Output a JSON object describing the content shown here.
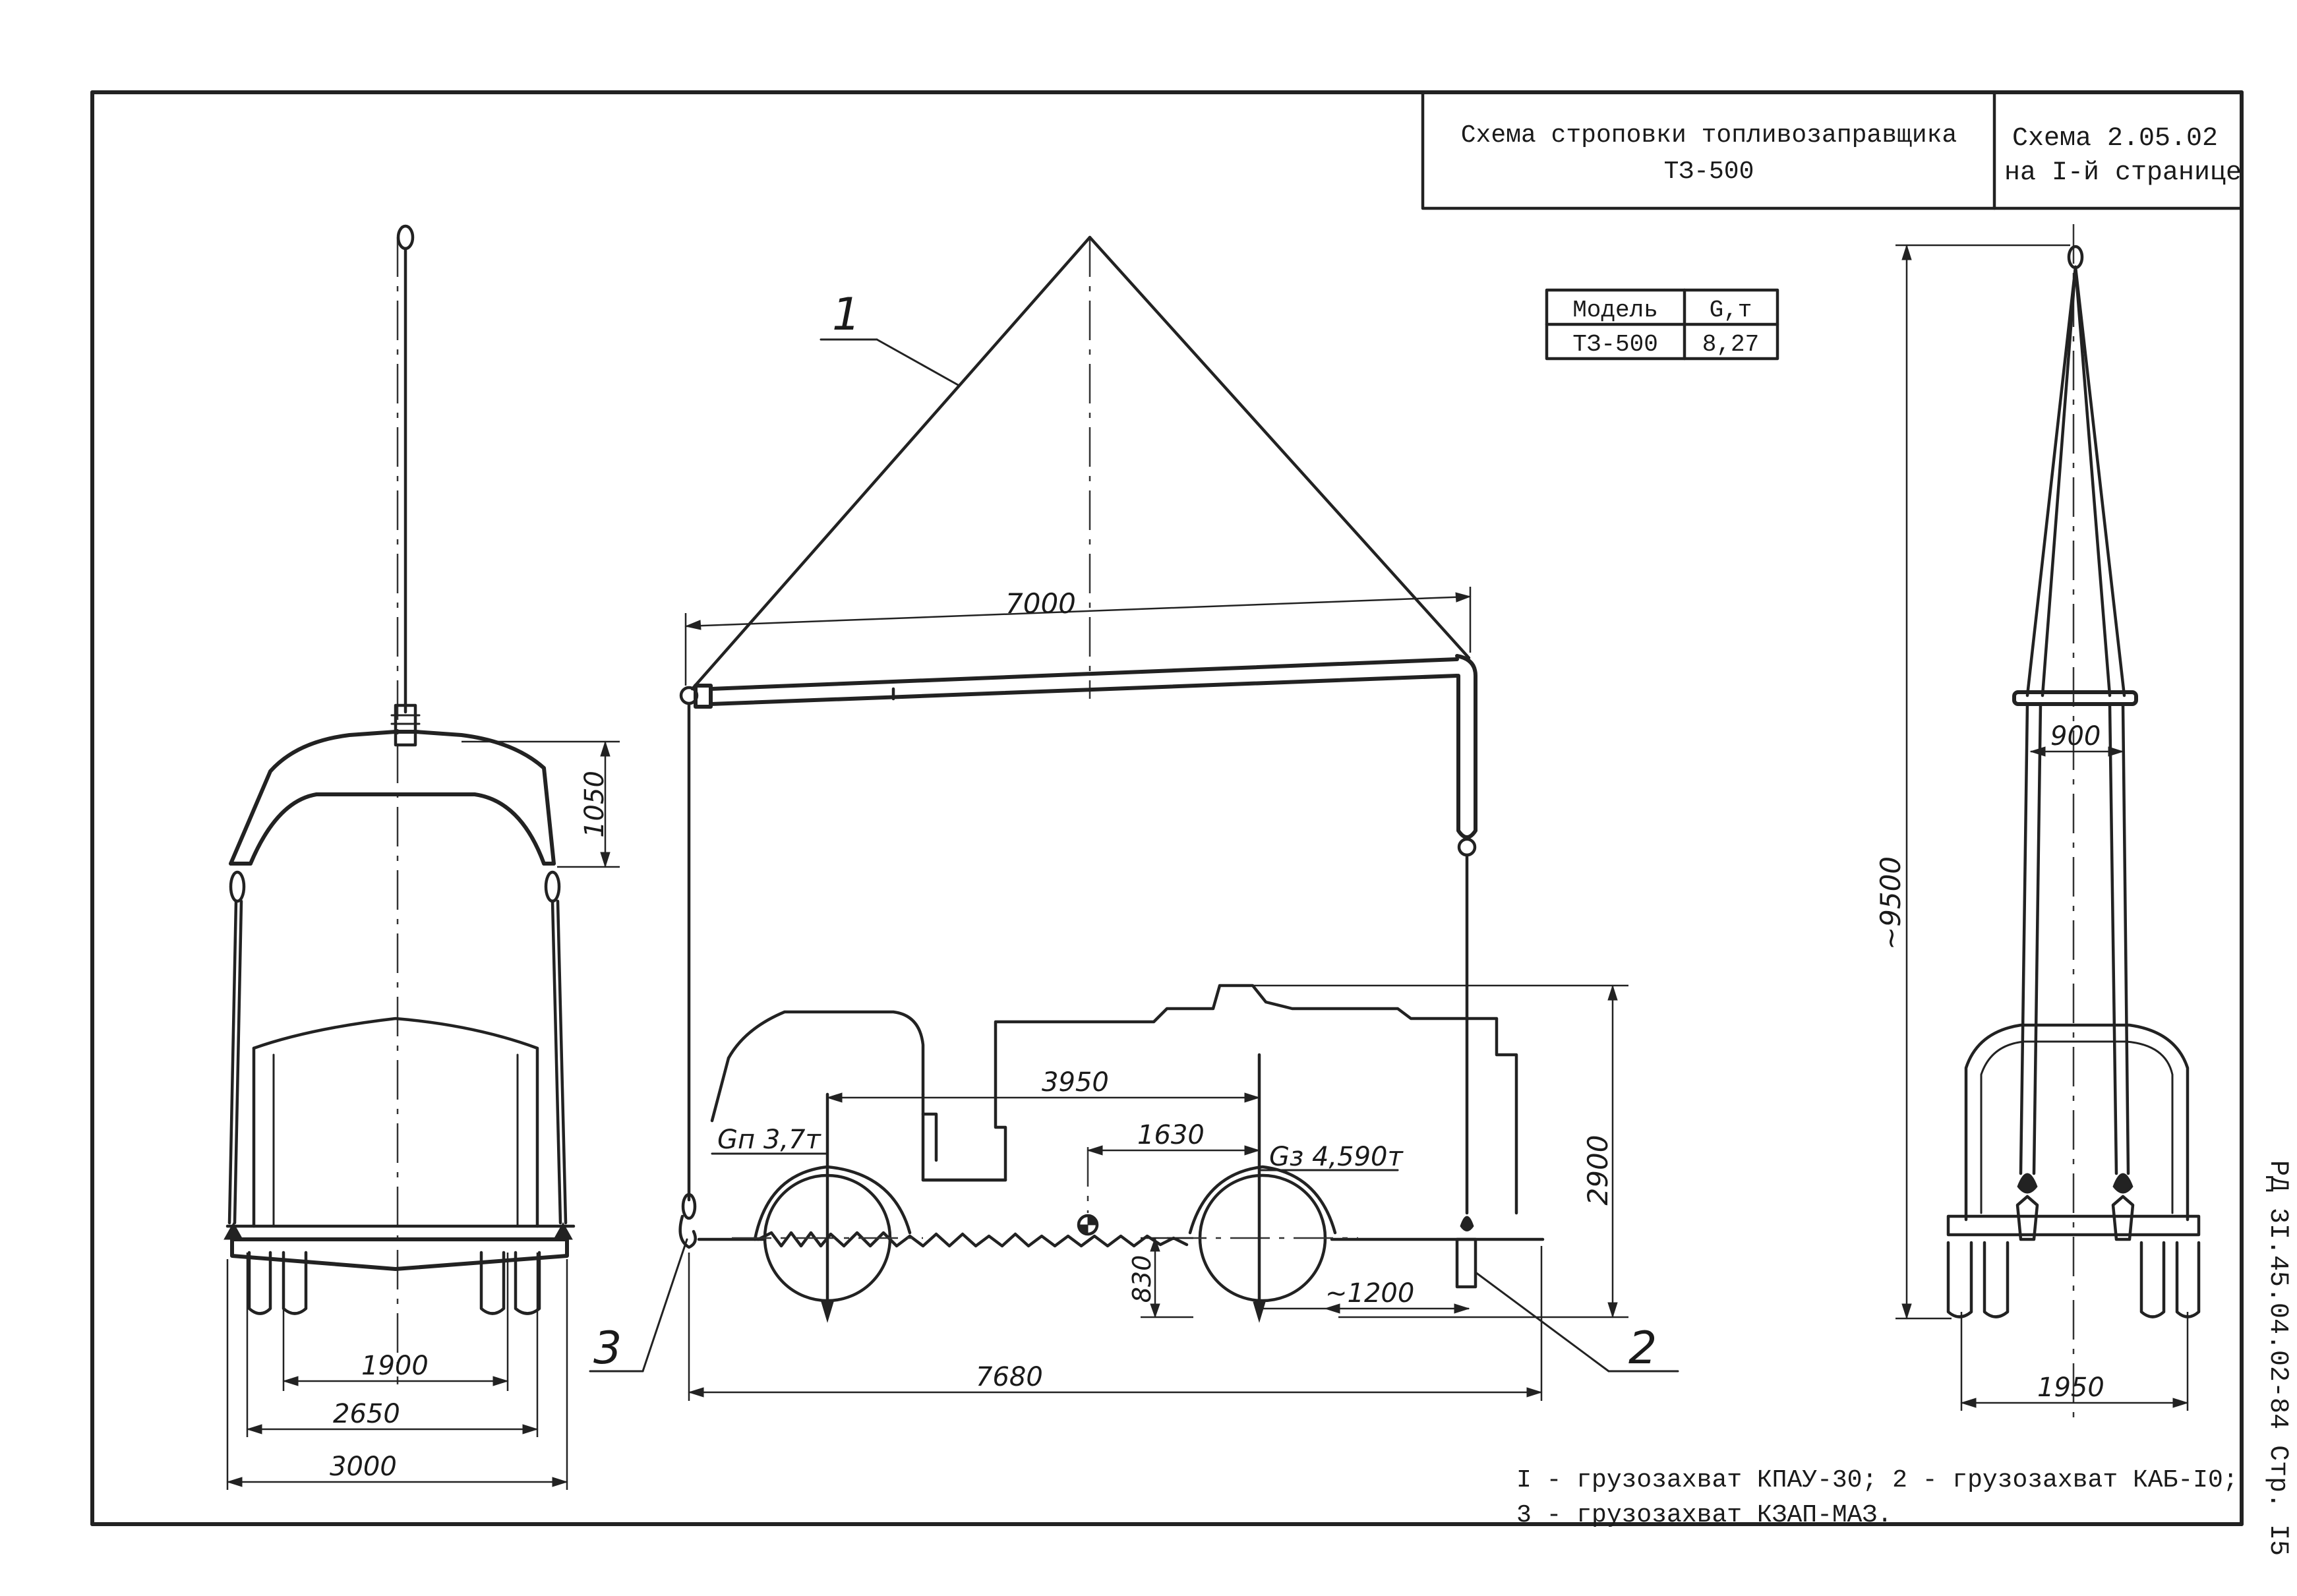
{
  "title_block": {
    "title_line1": "Схема строповки топливозаправщика",
    "title_line2": "ТЗ-500",
    "ref_line1": "Схема  2.05.02",
    "ref_line2": "на I-й странице"
  },
  "model_table": {
    "headers": [
      "Модель",
      "G,т"
    ],
    "rows": [
      [
        "ТЗ-500",
        "8,27"
      ]
    ]
  },
  "callouts": {
    "one": "1",
    "two": "2",
    "three": "3"
  },
  "front_view": {
    "dim_1050": "1050",
    "dim_1900": "1900",
    "dim_2650": "2650",
    "dim_3000": "3000"
  },
  "side_view": {
    "dim_7000": "7000",
    "dim_3950": "3950",
    "dim_1630": "1630",
    "dim_2900": "2900",
    "dim_830": "830",
    "dim_1200": "~1200",
    "dim_7680": "7680",
    "gp_label": "Gп 3,7т",
    "gz_label": "Gз 4,590т"
  },
  "rear_view": {
    "dim_9500": "~9500",
    "dim_900": "900",
    "dim_1950": "1950"
  },
  "legend": {
    "line1": "I - грузозахват КПАУ-30;  2 - грузозахват КАБ-I0;",
    "line2": "3 - грузозахват КЗАП-МАЗ."
  },
  "side_stamp": "РД 3I.45.04.02-84  Стр. I5"
}
